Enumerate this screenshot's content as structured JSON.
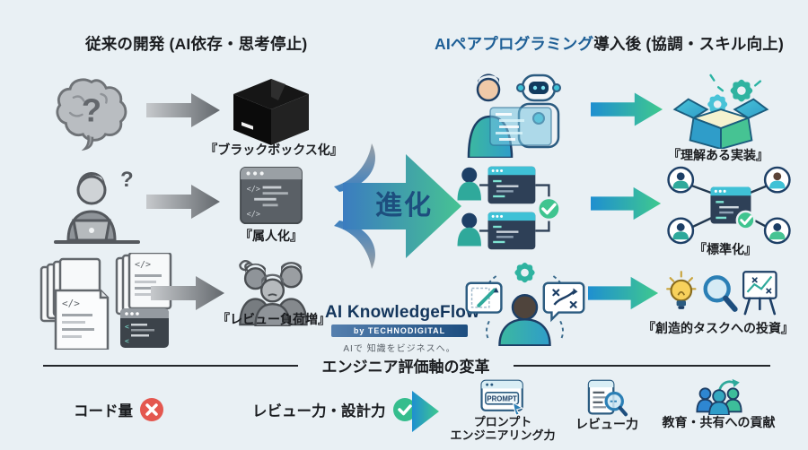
{
  "header": {
    "left_title": "従来の開発 (AI依存・思考停止)",
    "right_title_highlight": "AIペアプログラミング",
    "right_title_rest": "導入後 (協調・スキル向上)"
  },
  "left_rows": [
    {
      "source_icon": "brain-question-icon",
      "result_icon": "black-box-icon",
      "label": "『ブラックボックス化』"
    },
    {
      "source_icon": "confused-developer-icon",
      "result_icon": "code-editor-icon",
      "label": "『属人化』"
    },
    {
      "source_icon": "document-pile-icon",
      "result_icon": "stressed-team-icon",
      "label": "『レビュー負荷増』"
    }
  ],
  "center": {
    "evolution_label": "進化"
  },
  "logo": {
    "name": "AI KnowledgeFlow",
    "byline": "by TECHNODIGITAL",
    "tagline": "AIで 知識をビジネスへ。"
  },
  "right_rows": [
    {
      "source_icon": "human-robot-pairing-icon",
      "result_icon": "open-box-gears-icon",
      "label": "『理解ある実装』"
    },
    {
      "source_icon": "pair-review-flow-icon",
      "result_icon": "team-network-icon",
      "label": "『標準化』"
    },
    {
      "source_icon": "creative-planning-icon",
      "result_icon": "idea-analysis-chart-icon",
      "label": "『創造的タスクへの投資』"
    }
  ],
  "bottom": {
    "section_title": "エンジニア評価軸の変革",
    "old_metric": "コード量",
    "new_metric": "レビュー力・設計力",
    "skills": [
      {
        "line1": "プロンプト",
        "line2": "エンジニアリング力",
        "icon_text": "PROMPT"
      },
      {
        "line1": "レビュー力"
      },
      {
        "line1": "教育・共有への貢献"
      }
    ]
  },
  "colors": {
    "background": "#e9f0f4",
    "title_highlight_blue": "#1e5f96",
    "evolution_text_blue": "#1d4e7e",
    "arrow_gradient_blue": "#1f8fd0",
    "arrow_gradient_green": "#3fc98e",
    "gray_arrow_dark": "#63686d",
    "reject_red": "#e4574f",
    "approve_green": "#35bd8d",
    "logo_navy": "#14365c"
  }
}
